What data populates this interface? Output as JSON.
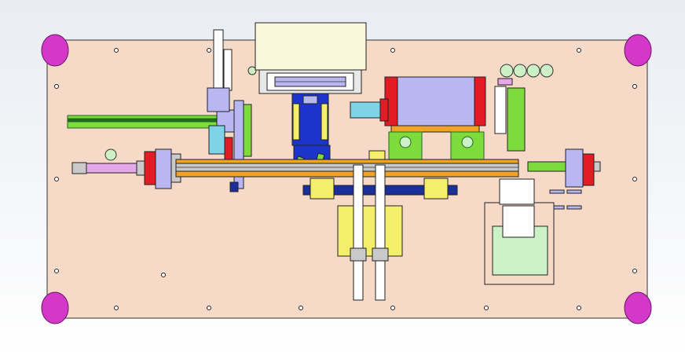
{
  "title": "",
  "view": "cad-top-view",
  "colors": {
    "background_top": "#e9ecf2",
    "background_bottom": "#ffffff",
    "base_plate": "#f6d9c6",
    "outline": "#333333",
    "caster": "#d438c8",
    "rail": "#7ddc3b",
    "rail_dark": "#1f6b1f",
    "blue": "#1b34c9",
    "navy": "#1a2f9a",
    "lavender": "#b9b7f2",
    "cream": "#fbf7dc",
    "yellow": "#f4ef6b",
    "red": "#e31b23",
    "pink": "#e6a8e8",
    "light_green": "#ccf1c6",
    "orange": "#f0a326",
    "cyan": "#7fd3e6",
    "grey": "#c9c9c9"
  },
  "components": [
    "base-plate",
    "caster-wheels",
    "mounting-holes",
    "cover-housing",
    "vertical-slide",
    "horizontal-cylinder",
    "left-cylinder",
    "right-cylinder",
    "main-rail",
    "press-block",
    "gripper-units",
    "lower-fixtures",
    "bin-tank",
    "status-lamps"
  ]
}
